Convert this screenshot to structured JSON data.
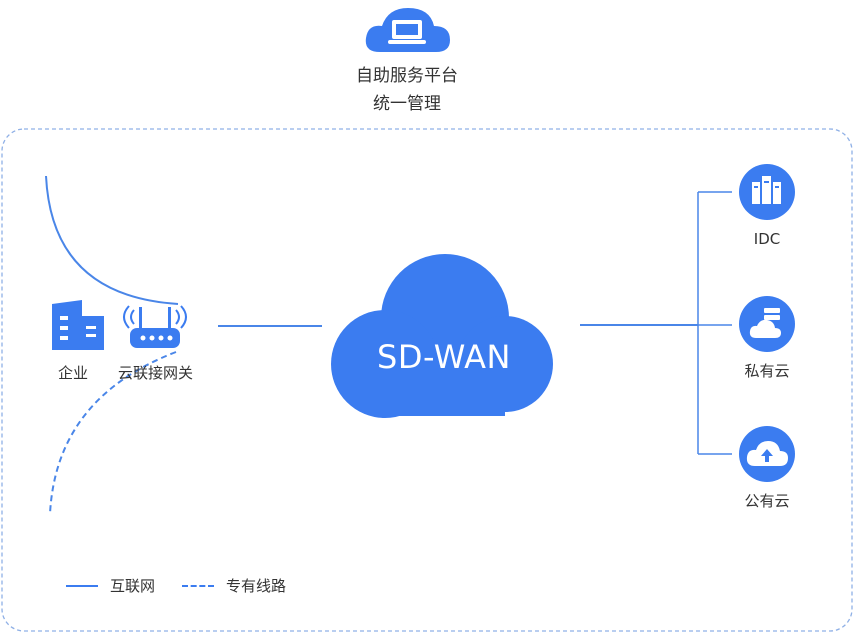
{
  "platform": {
    "line1": "自助服务平台",
    "line2": "统一管理",
    "icon": "laptop-cloud-icon"
  },
  "center": {
    "label": "SD-WAN",
    "icon": "cloud-icon"
  },
  "left": {
    "enterprise_label": "企业",
    "gateway_label": "云联接网关",
    "enterprise_icon": "building-icon",
    "gateway_icon": "router-icon"
  },
  "right": {
    "items": [
      {
        "label": "IDC",
        "icon": "server-rack-icon"
      },
      {
        "label": "私有云",
        "icon": "private-cloud-icon"
      },
      {
        "label": "公有云",
        "icon": "upload-cloud-icon"
      }
    ]
  },
  "legend": {
    "internet": "互联网",
    "private_line": "专有线路"
  },
  "colors": {
    "primary": "#3b7cf0",
    "border": "#7fa6e6",
    "line": "#4a86e8"
  }
}
